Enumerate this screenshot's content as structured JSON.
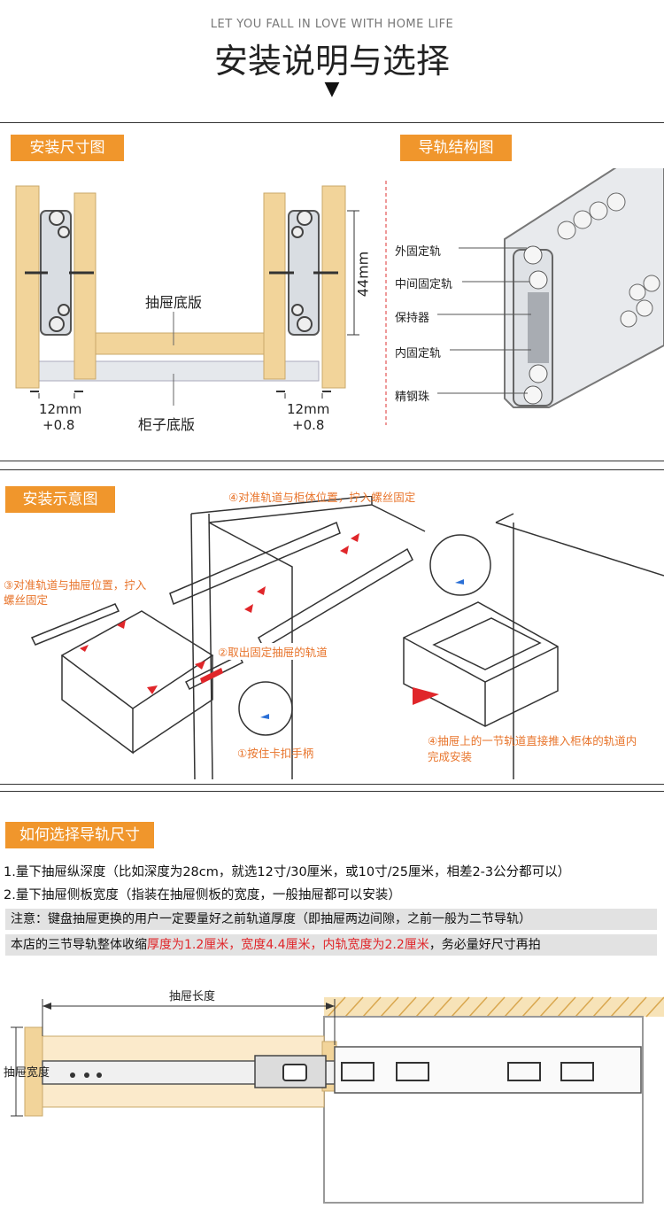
{
  "header": {
    "subtitle": "LET YOU FALL IN LOVE WITH HOME LIFE",
    "title": "安装说明与选择",
    "arrow": "▼"
  },
  "section1": {
    "tag_left": "安装尺寸图",
    "tag_right": "导轨结构图",
    "drawer_bottom": "抽屉底版",
    "cabinet_bottom": "柜子底版",
    "gap_left_1": "12mm",
    "gap_left_2": "+0.8",
    "gap_right_1": "12mm",
    "gap_right_2": "+0.8",
    "height": "44mm",
    "rail_labels": [
      "外固定轨",
      "中间固定轨",
      "保持器",
      "内固定轨",
      "精钢珠"
    ]
  },
  "section2": {
    "tag": "安装示意图",
    "step4_top": "④对准轨道与柜体位置，拧入螺丝固定",
    "step3_line1": "③对准轨道与抽屉位置，拧入",
    "step3_line2": "螺丝固定",
    "step2": "②取出固定抽屉的轨道",
    "step1": "①按住卡扣手柄",
    "step4b_line1": "④抽屉上的一节轨道直接推入柜体的轨道内",
    "step4b_line2": "完成安装"
  },
  "section3": {
    "tag": "如何选择导轨尺寸",
    "line1": "1.量下抽屉纵深度（比如深度为28cm，就选12寸/30厘米，或10寸/25厘米，相差2-3公分都可以）",
    "line2": "2.量下抽屉侧板宽度（指装在抽屉侧板的宽度，一般抽屉都可以安装）",
    "note1": "注意：键盘抽屉更换的用户一定要量好之前轨道厚度（即抽屉两边间隙，之前一般为二节导轨）",
    "note2_a": "本店的三节导轨整体收缩",
    "note2_b": "厚度为1.2厘米，宽度4.4厘米，内轨宽度为2.2厘米",
    "note2_c": "，务必量好尺寸再拍",
    "drawer_length": "抽屉长度",
    "drawer_width": "抽屉宽度"
  },
  "colors": {
    "accent": "#f0962c",
    "wood": "#f2d49a",
    "red": "#e0262a"
  }
}
